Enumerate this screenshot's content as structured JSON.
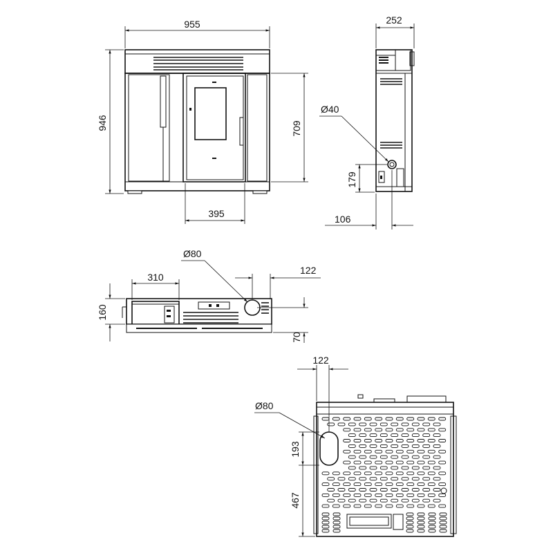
{
  "dimensions": {
    "front_width": "955",
    "front_height": "946",
    "front_door_height": "709",
    "front_door_width": "395",
    "side_depth": "252",
    "side_pipe_diameter": "Ø40",
    "side_pipe_height": "179",
    "side_pipe_offset": "106",
    "top_pipe_diameter": "Ø80",
    "top_panel_width": "310",
    "top_flue_offset": "122",
    "top_depth": "160",
    "top_rear_depth": "70",
    "rear_offset": "122",
    "rear_pipe_diameter": "Ø80",
    "rear_pipe_height": "193",
    "rear_base_height": "467"
  }
}
